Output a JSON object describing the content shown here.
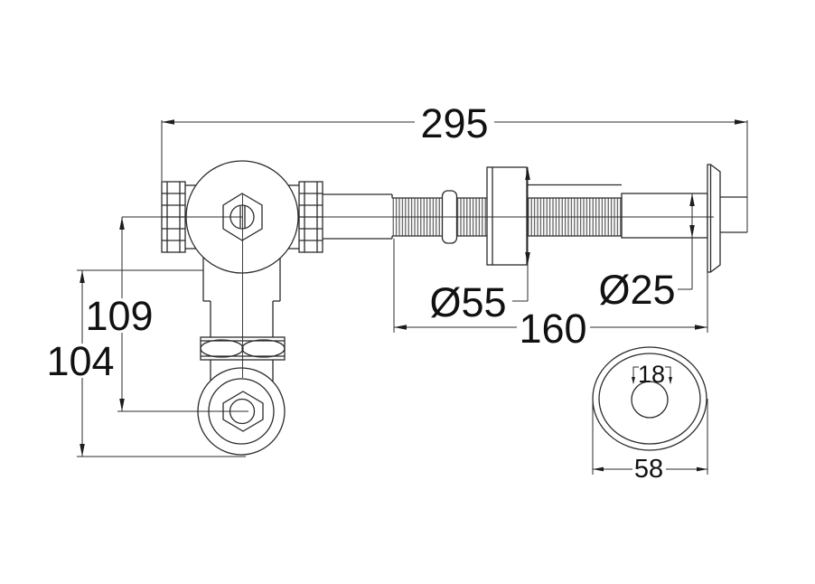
{
  "page": {
    "background": "#ffffff",
    "line_color": "#2b2b2b",
    "text_color": "#111111"
  },
  "drawing": {
    "kind": "technical-drawing-bath-overflow-fitting",
    "views": [
      "side-elevation",
      "end-view"
    ],
    "dims": {
      "overall_length": "295",
      "exposed_thread_length": "160",
      "locknut_flange_diameter": "Ø55",
      "tube_diameter": "Ø25",
      "center_height": "109",
      "body_height": "104",
      "end_hole_diameter": "18",
      "end_cap_diameter": "58"
    }
  }
}
